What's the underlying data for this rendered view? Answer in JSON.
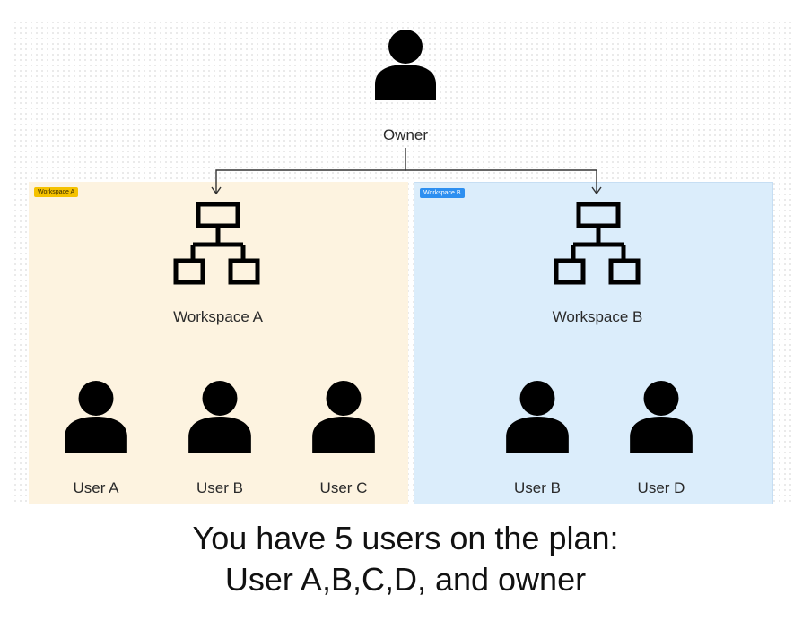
{
  "owner": {
    "label": "Owner",
    "icon": "person-icon"
  },
  "workspaces": [
    {
      "tag": "Workspace A",
      "label": "Workspace A",
      "color": "#fdf3e0",
      "tag_color": "#f5c200",
      "icon": "org-chart-icon",
      "users": [
        "User A",
        "User B",
        "User C"
      ]
    },
    {
      "tag": "Workspace B",
      "label": "Workspace B",
      "color": "#dbedfb",
      "tag_color": "#2d8ff0",
      "icon": "org-chart-icon",
      "users": [
        "User B",
        "User D"
      ]
    }
  ],
  "caption": {
    "line1": "You have 5 users on the plan:",
    "line2": "User A,B,C,D, and owner"
  }
}
